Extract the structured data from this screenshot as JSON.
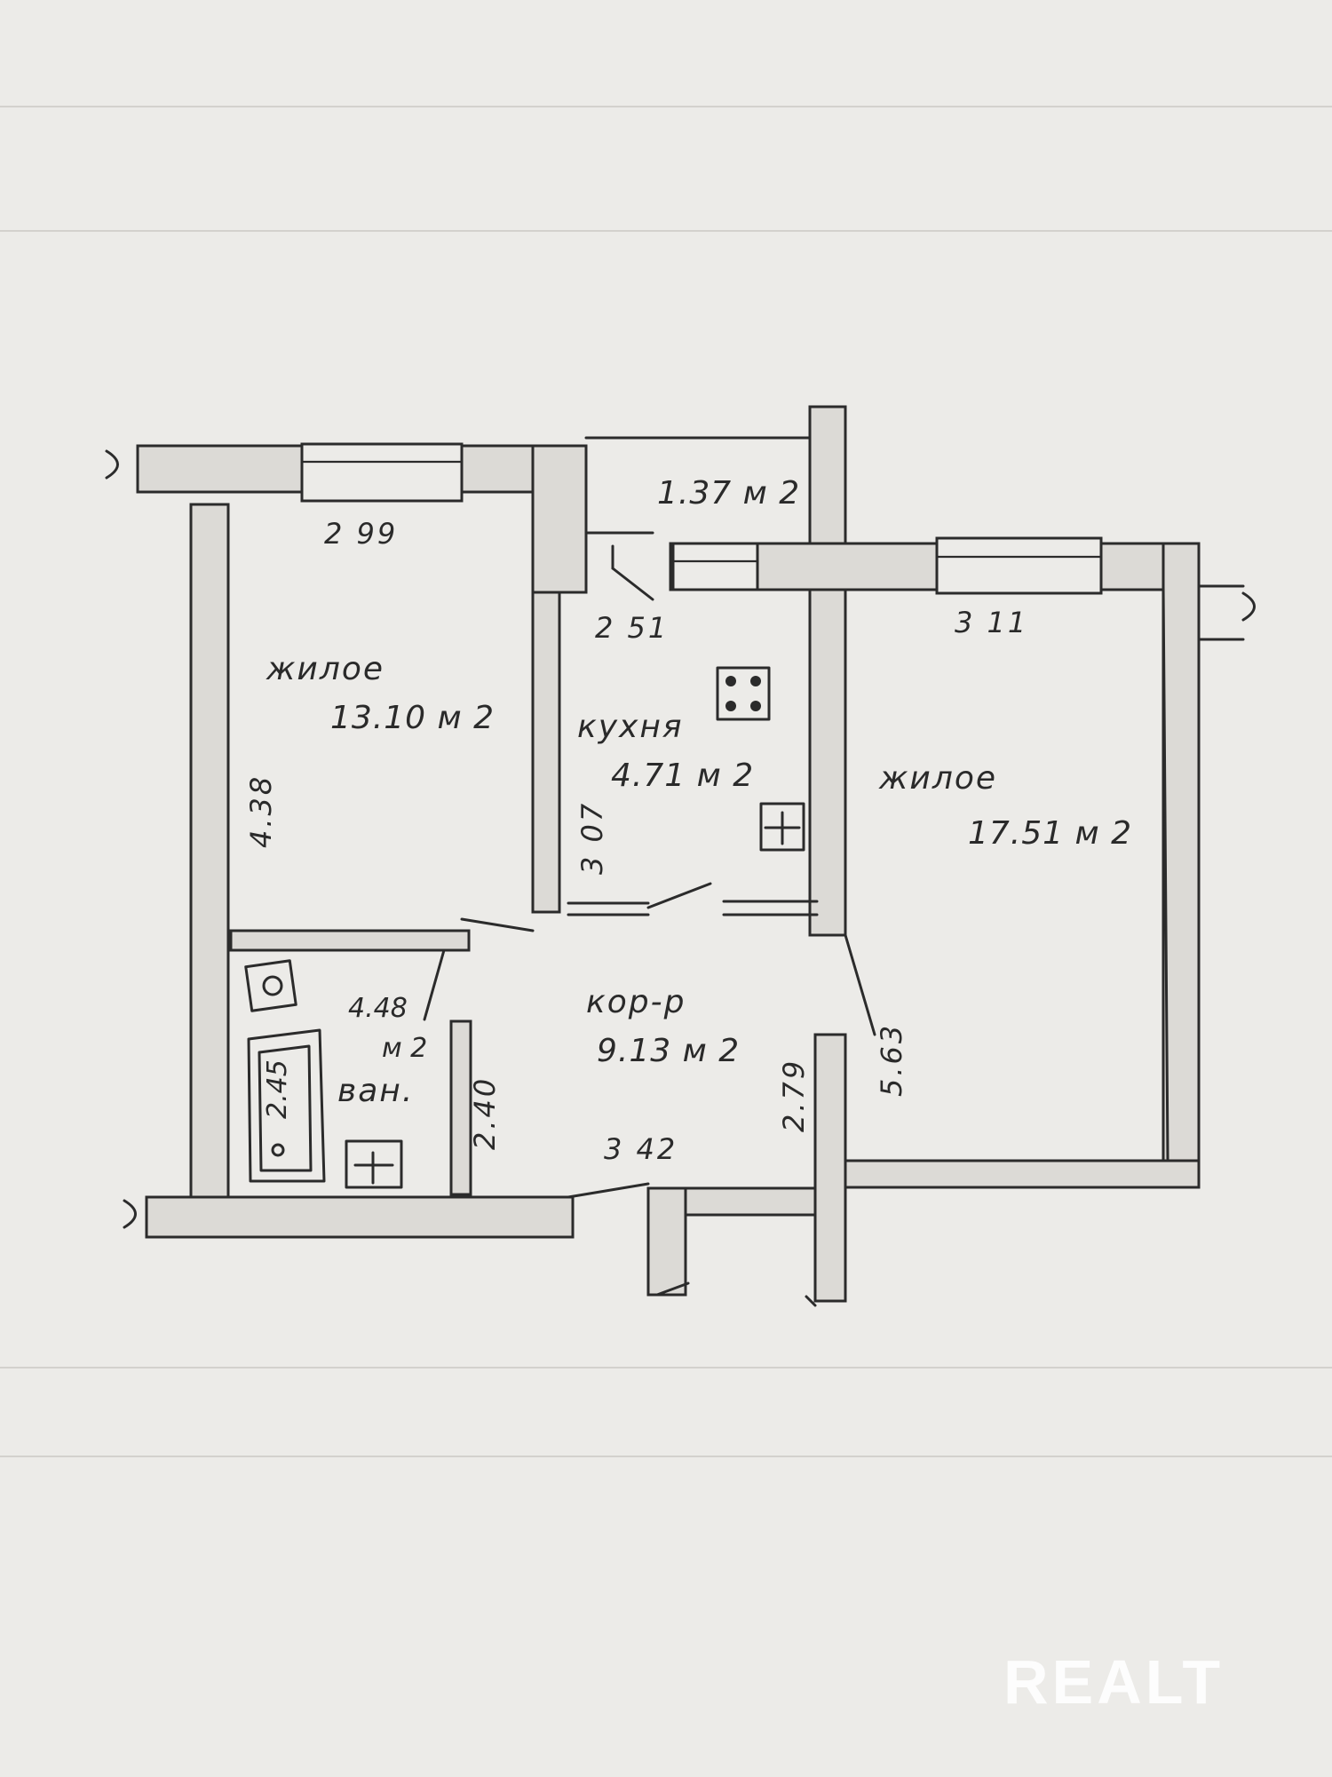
{
  "rooms": {
    "living_left": {
      "name": "жилое",
      "area": "13.10 м 2"
    },
    "balcony": {
      "area": "1.37 м 2"
    },
    "kitchen": {
      "name": "кухня",
      "area": "4.71 м 2"
    },
    "living_right": {
      "name": "жилое",
      "area": "17.51 м 2"
    },
    "corridor": {
      "name": "кор-р",
      "area": "9.13 м 2"
    },
    "bathroom": {
      "name": "ван.",
      "area": "4.48",
      "unit": "м 2"
    }
  },
  "dimensions": {
    "living_left_width": "2 99",
    "living_left_depth": "4.38",
    "kitchen_width": "2 51",
    "kitchen_depth": "3 07",
    "living_right_width": "3 11",
    "living_right_depth": "5.63",
    "corridor_width": "3 42",
    "corridor_depth": "2.79",
    "bath_inner": "2.45",
    "bath_depth": "2.40"
  },
  "watermark": "REALT"
}
